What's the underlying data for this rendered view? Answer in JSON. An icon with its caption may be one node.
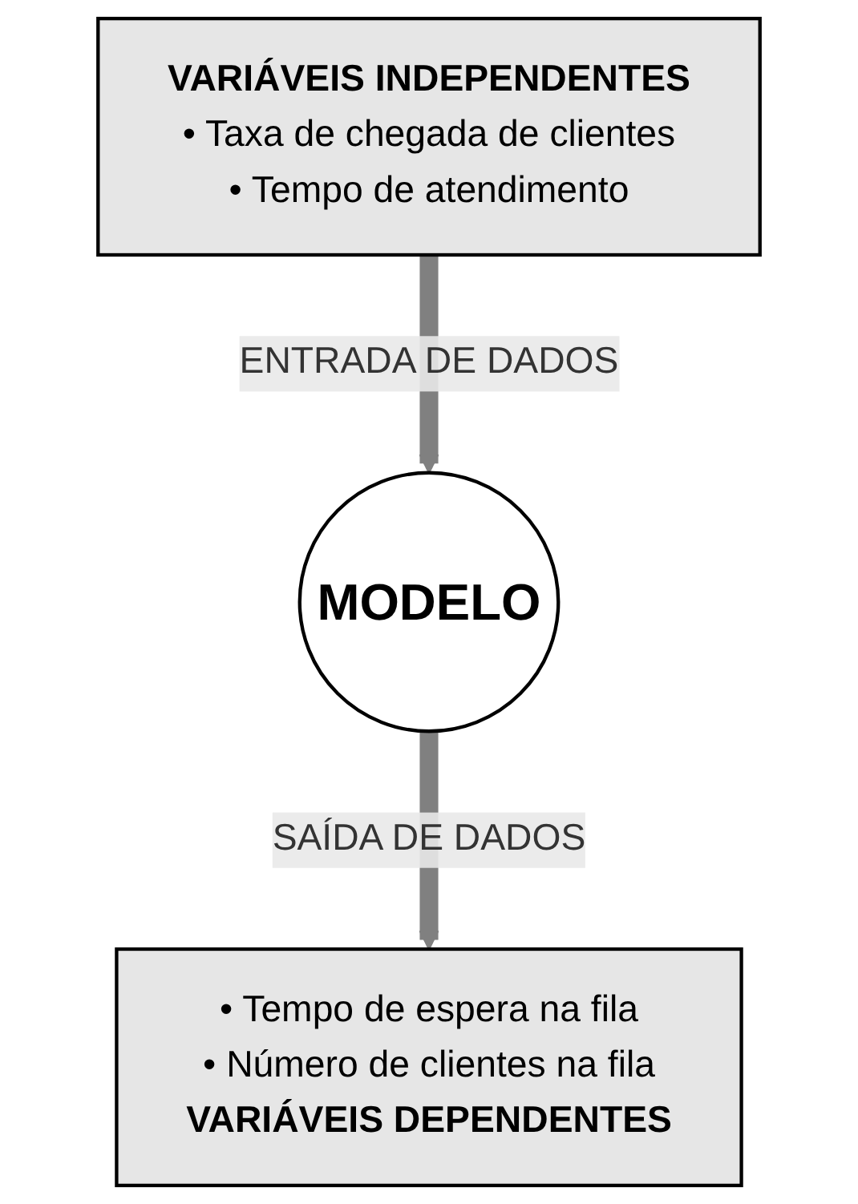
{
  "diagram": {
    "nodes": [
      {
        "text": [
          "VARIÁVEIS INDEPENDENTES",
          "• Taxa de chegada de clientes",
          "• Tempo de atendimento"
        ]
      },
      {
        "text": [
          "MODELO"
        ]
      },
      {
        "text": [
          "• Tempo de espera na fila",
          "• Número de clientes na fila",
          "VARIÁVEIS DEPENDENTES"
        ]
      }
    ],
    "edges": [
      {
        "from": 0,
        "to": 1,
        "arrow": "to",
        "label": "ENTRADA DE DADOS"
      },
      {
        "from": 1,
        "to": 2,
        "arrow": "to",
        "label": "SAÍDA DE DADOS"
      }
    ]
  }
}
